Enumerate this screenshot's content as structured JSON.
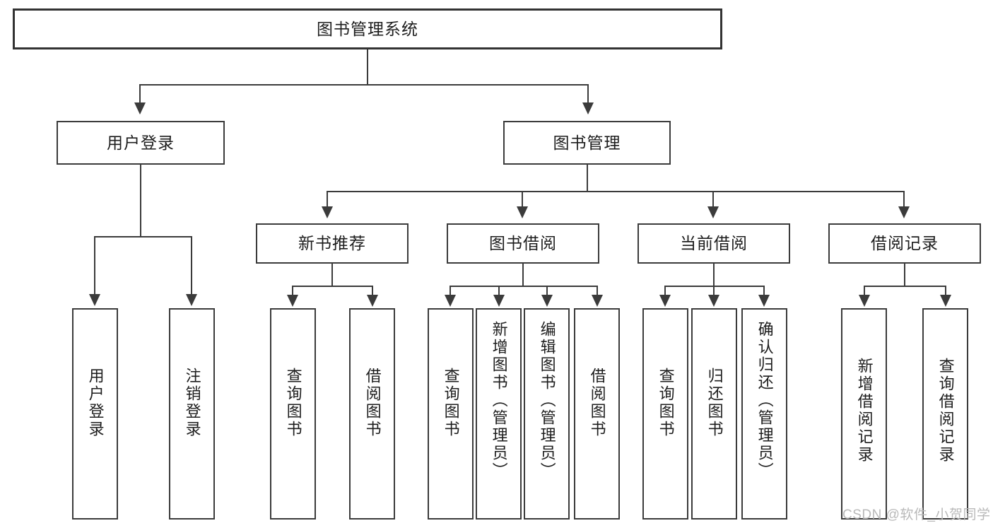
{
  "diagram": {
    "title": "图书管理系统",
    "root": {
      "label": "图书管理系统"
    },
    "level2": [
      {
        "label": "用户登录"
      },
      {
        "label": "图书管理"
      }
    ],
    "level3": [
      {
        "label": "新书推荐"
      },
      {
        "label": "图书借阅"
      },
      {
        "label": "当前借阅"
      },
      {
        "label": "借阅记录"
      }
    ],
    "leaves": {
      "user_login": [
        {
          "label": "用户登录"
        },
        {
          "label": "注销登录"
        }
      ],
      "new_book": [
        {
          "label": "查询图书"
        },
        {
          "label": "借阅图书"
        }
      ],
      "book_borrow": [
        {
          "label": "查询图书"
        },
        {
          "label": "新增图书（管理员）"
        },
        {
          "label": "编辑图书（管理员）"
        },
        {
          "label": "借阅图书"
        }
      ],
      "current_borrow": [
        {
          "label": "查询图书"
        },
        {
          "label": "归还图书"
        },
        {
          "label": "确认归还（管理员）"
        }
      ],
      "borrow_record": [
        {
          "label": "新增借阅记录"
        },
        {
          "label": "查询借阅记录"
        }
      ]
    }
  },
  "watermark": {
    "text": "CSDN @软件_小贺同学"
  },
  "colors": {
    "stroke": "#3b3b3b",
    "background": "#ffffff",
    "text": "#1d1d1d",
    "watermark": "#b9b9b9"
  }
}
